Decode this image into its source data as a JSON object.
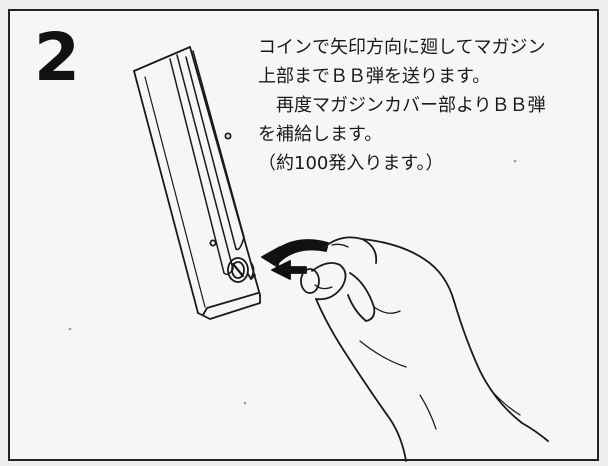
{
  "step": {
    "number": "2"
  },
  "instructions": {
    "lines": [
      "コインで矢印方向に廻してマガジン",
      "上部までＢＢ弾を送ります。",
      "　再度マガジンカバー部よりＢＢ弾",
      "を補給します。",
      "（約100発入ります。）"
    ]
  },
  "illustration": {
    "subject": "hand-turning-magazine-screw-with-coin"
  },
  "colors": {
    "ink": "#1a1a1a",
    "paper": "#f6f6f4",
    "border": "#222222"
  }
}
